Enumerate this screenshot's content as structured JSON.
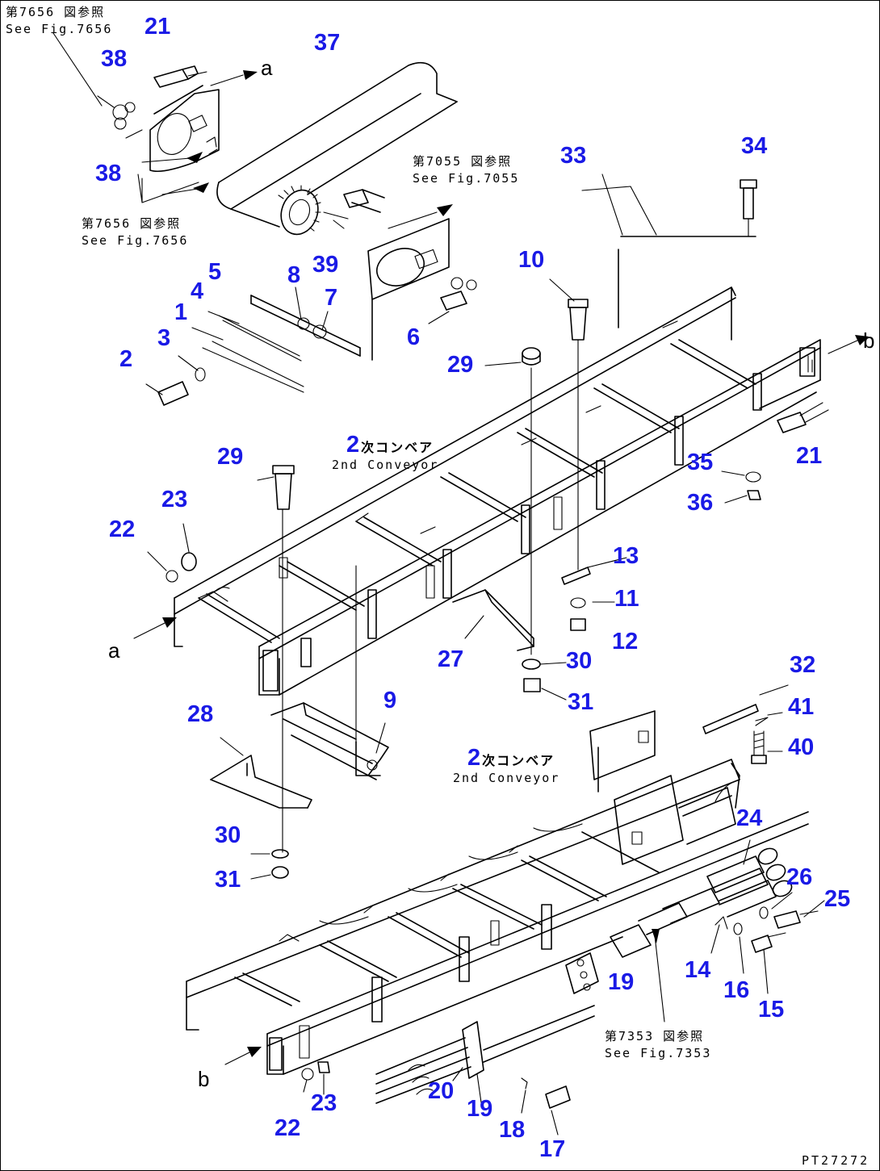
{
  "colors": {
    "callout": "#1a1ae6",
    "line": "#000000",
    "background": "#ffffff"
  },
  "callouts": [
    "21",
    "38",
    "37",
    "38",
    "a",
    "33",
    "34",
    "5",
    "4",
    "8",
    "7",
    "39",
    "1",
    "3",
    "6",
    "10",
    "2",
    "29",
    "b",
    "2",
    "21",
    "29",
    "35",
    "23",
    "36",
    "22",
    "13",
    "11",
    "12",
    "a",
    "27",
    "30",
    "31",
    "32",
    "28",
    "9",
    "41",
    "2",
    "40",
    "24",
    "30",
    "26",
    "25",
    "31",
    "14",
    "16",
    "15",
    "19",
    "23",
    "20",
    "19",
    "22",
    "18",
    "17",
    "b"
  ],
  "notes": {
    "ref_7656_top": {
      "jp": "第7656 図参照",
      "en": "See Fig.7656"
    },
    "ref_7656_bottom": {
      "jp": "第7656 図参照",
      "en": "See Fig.7656"
    },
    "ref_7055": {
      "jp": "第7055 図参照",
      "en": "See Fig.7055"
    },
    "ref_7353": {
      "jp": "第7353 図参照",
      "en": "See Fig.7353"
    },
    "conveyor_upper": {
      "number": "2",
      "jp": "次コンベア",
      "en": "2nd Conveyor"
    },
    "conveyor_lower": {
      "number": "2",
      "jp": "次コンベア",
      "en": "2nd Conveyor"
    }
  },
  "views": {
    "a_upper": "a",
    "a_left": "a",
    "b_right": "b",
    "b_lower": "b"
  },
  "drawing_code": "PT27272"
}
